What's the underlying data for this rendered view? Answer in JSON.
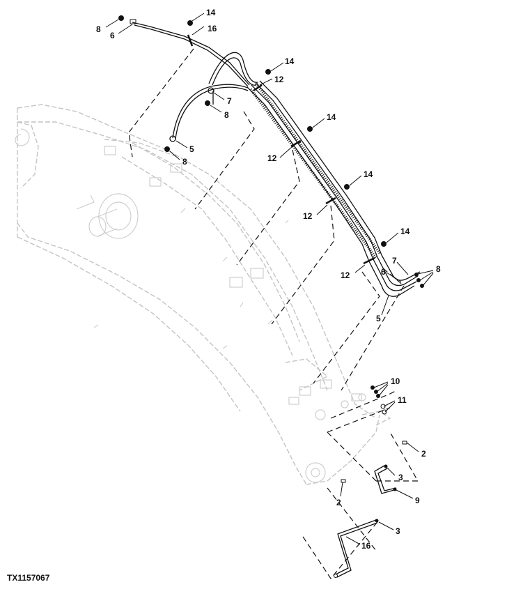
{
  "diagram": {
    "figure_id": "TX1157067",
    "callouts": [
      {
        "id": "c-8-top",
        "text": "8"
      },
      {
        "id": "c-6-top",
        "text": "6"
      },
      {
        "id": "c-14-a",
        "text": "14"
      },
      {
        "id": "c-16-top",
        "text": "16"
      },
      {
        "id": "c-14-b",
        "text": "14"
      },
      {
        "id": "c-12-a",
        "text": "12"
      },
      {
        "id": "c-7-mid",
        "text": "7"
      },
      {
        "id": "c-8-mid",
        "text": "8"
      },
      {
        "id": "c-14-c",
        "text": "14"
      },
      {
        "id": "c-5-left",
        "text": "5"
      },
      {
        "id": "c-8-left",
        "text": "8"
      },
      {
        "id": "c-12-b",
        "text": "12"
      },
      {
        "id": "c-14-d",
        "text": "14"
      },
      {
        "id": "c-12-c",
        "text": "12"
      },
      {
        "id": "c-14-e",
        "text": "14"
      },
      {
        "id": "c-7-right",
        "text": "7"
      },
      {
        "id": "c-6-right",
        "text": "6"
      },
      {
        "id": "c-8-right",
        "text": "8"
      },
      {
        "id": "c-12-d",
        "text": "12"
      },
      {
        "id": "c-5-right",
        "text": "5"
      },
      {
        "id": "c-10",
        "text": "10"
      },
      {
        "id": "c-11",
        "text": "11"
      },
      {
        "id": "c-2-right",
        "text": "2"
      },
      {
        "id": "c-3-upper",
        "text": "3"
      },
      {
        "id": "c-9",
        "text": "9"
      },
      {
        "id": "c-2-lower",
        "text": "2"
      },
      {
        "id": "c-3-lower",
        "text": "3"
      },
      {
        "id": "c-16-bottom",
        "text": "16"
      }
    ]
  }
}
